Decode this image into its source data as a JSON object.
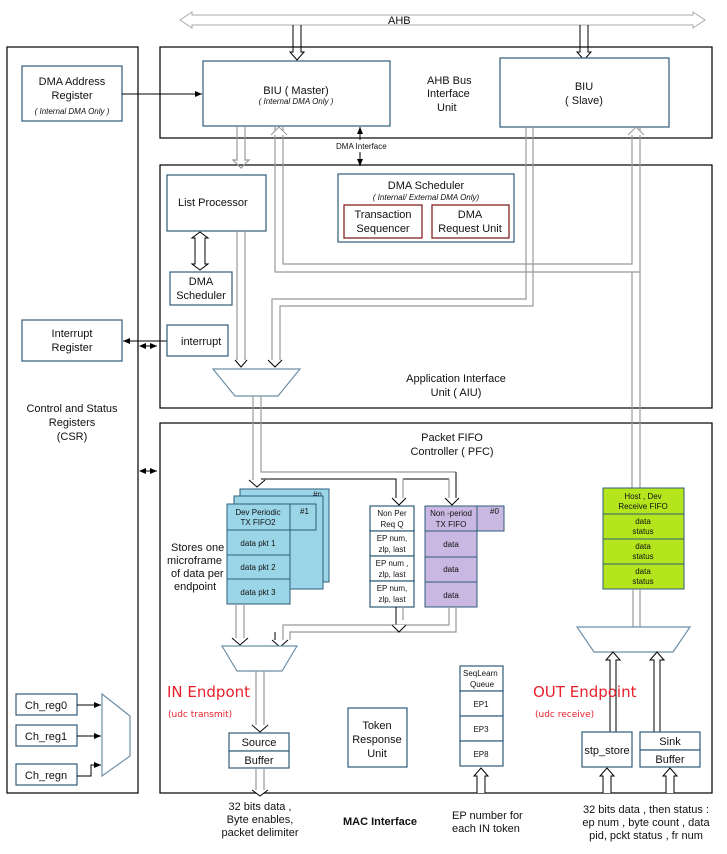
{
  "bus": {
    "label": "AHB"
  },
  "biu": {
    "unit_label": [
      "AHB Bus",
      "Interface",
      "Unit"
    ],
    "master": {
      "title": "BIU ( Master)",
      "note": "( Internal DMA Only )"
    },
    "slave": {
      "title": "BIU",
      "subtitle": "( Slave)"
    },
    "dma_interface": "DMA Interface"
  },
  "csr": {
    "title": [
      "Control and Status",
      "Registers",
      "(CSR)"
    ],
    "dma_address_register": {
      "title": [
        "DMA Address",
        "Register"
      ],
      "note": "( Internal DMA Only )"
    },
    "interrupt_register": [
      "Interrupt",
      "Register"
    ],
    "channel_registers": [
      "Ch_reg0",
      "Ch_reg1",
      "Ch_regn"
    ]
  },
  "aiu": {
    "title": [
      "Application Interface",
      "Unit ( AIU)"
    ],
    "list_processor": "List Processor",
    "dma_scheduler_small": [
      "DMA",
      "Scheduler"
    ],
    "interrupt": "interrupt",
    "dma_scheduler": {
      "title": "DMA Scheduler",
      "note": "( Internal/  External DMA Only)",
      "transaction_sequencer": [
        "Transaction",
        "Sequencer"
      ],
      "dma_request_unit": [
        "DMA",
        "Request Unit"
      ]
    }
  },
  "pfc": {
    "title": [
      "Packet FIFO",
      "Controller ( PFC)"
    ],
    "periodic_fifo": {
      "title": [
        "Dev Periodic",
        "TX FIFO2"
      ],
      "tags": [
        "#1",
        "#n"
      ],
      "rows": [
        "data pkt 1",
        "data pkt 2",
        "data pkt 3"
      ],
      "caption": [
        "Stores one",
        "microframe",
        "of data per",
        "endpoint"
      ]
    },
    "nonper_req_q": {
      "title": [
        "Non Per",
        "Req Q"
      ],
      "rows": [
        [
          "EP num,",
          "zlp, last"
        ],
        [
          "EP num ,",
          "zlp, last"
        ],
        [
          "EP num,",
          "zlp, last"
        ]
      ]
    },
    "nonperiod_fifo": {
      "title": [
        "Non -period",
        "TX FIFO"
      ],
      "tag": "#0",
      "rows": [
        "data",
        "data",
        "data"
      ]
    },
    "receive_fifo": {
      "title": [
        "Host , Dev",
        "Receive FIFO"
      ],
      "rows": [
        [
          "data",
          "status"
        ],
        [
          "data",
          "status"
        ],
        [
          "data",
          "status"
        ]
      ]
    },
    "in_endpoint": {
      "title": "IN Endpont",
      "subtitle": "(udc transmit)"
    },
    "out_endpoint": {
      "title": "OUT Endpoint",
      "subtitle": "(udc receive)"
    },
    "source_buffer": [
      "Source",
      "Buffer"
    ],
    "token_response_unit": [
      "Token",
      "Response",
      "Unit"
    ],
    "seqlearn_queue": {
      "title": [
        "SeqLearn",
        "Queue"
      ],
      "rows": [
        "EP1",
        "EP3",
        "EP8"
      ]
    },
    "stp_store": "stp_store",
    "sink_buffer": [
      "Sink",
      "Buffer"
    ]
  },
  "mac": {
    "label": "MAC Interface",
    "in_data_note": [
      "32  bits data ,",
      "Byte enables,",
      "packet delimiter"
    ],
    "ep_note": [
      "EP number for",
      "each IN token"
    ],
    "out_data_note": [
      "32 bits data , then status :",
      "ep num , byte count , data",
      "pid, pckt status , fr num"
    ]
  },
  "colors": {
    "block_border": "#2e5c7a",
    "periodic_fifo": "#9bd6e8",
    "nonperiod_fifo": "#c9b8e2",
    "receive_fifo": "#b5e61d",
    "endpoint_label": "#e8202a",
    "sub_block_border": "#7a1010"
  }
}
